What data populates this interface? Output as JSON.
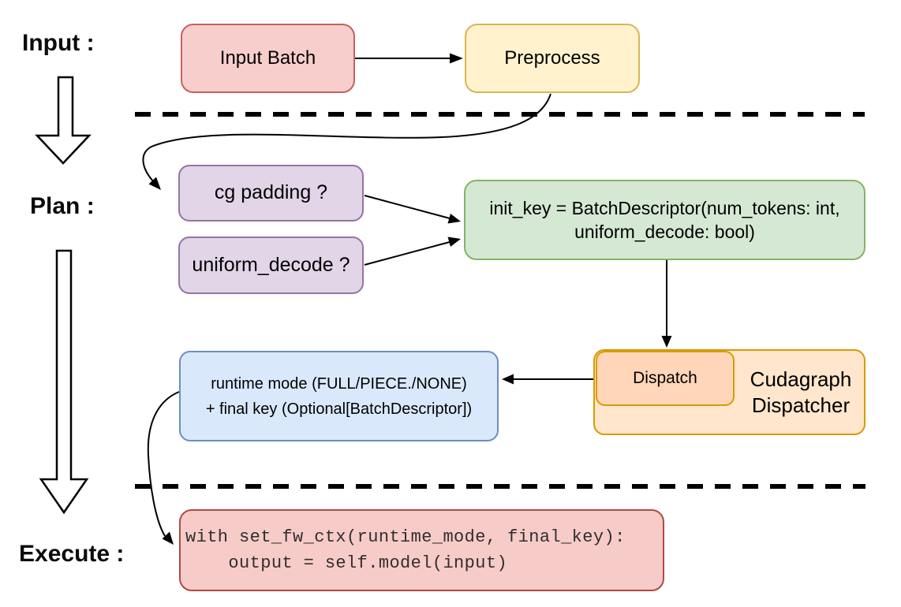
{
  "labels": {
    "input": "Input :",
    "plan": "Plan :",
    "execute": "Execute :"
  },
  "nodes": {
    "input_batch": {
      "label": "Input Batch",
      "fill": "#f8cecc",
      "border": "#c26360"
    },
    "preprocess": {
      "label": "Preprocess",
      "fill": "#fff2cc",
      "border": "#d6b656"
    },
    "cg_padding": {
      "label": "cg padding ?",
      "fill": "#e1d5e7",
      "border": "#9673a6"
    },
    "uniform_decode": {
      "label": "uniform_decode ?",
      "fill": "#e1d5e7",
      "border": "#9673a6"
    },
    "init_key": {
      "line1": "init_key = BatchDescriptor(num_tokens: int,",
      "line2": "uniform_decode: bool)",
      "fill": "#d5e8d4",
      "border": "#82b366"
    },
    "dispatch": {
      "label": "Dispatch",
      "fill": "#ffd6b9",
      "border": "#d79b00"
    },
    "cudagraph_dispatcher": {
      "line1": "Cudagraph",
      "line2": "Dispatcher",
      "fill": "#ffe6cc",
      "border": "#d79b00"
    },
    "runtime_mode": {
      "line1": "runtime mode (FULL/PIECE./NONE)",
      "line2": "+ final key (Optional[BatchDescriptor])",
      "fill": "#dae8fc",
      "border": "#6c8ebf"
    },
    "execute_code": {
      "line1": "with set_fw_ctx(runtime_mode, final_key):",
      "line2": "    output = self.model(input)",
      "fill": "#f7cbc8",
      "border": "#ad4a45"
    }
  },
  "connector_color": "#000000"
}
